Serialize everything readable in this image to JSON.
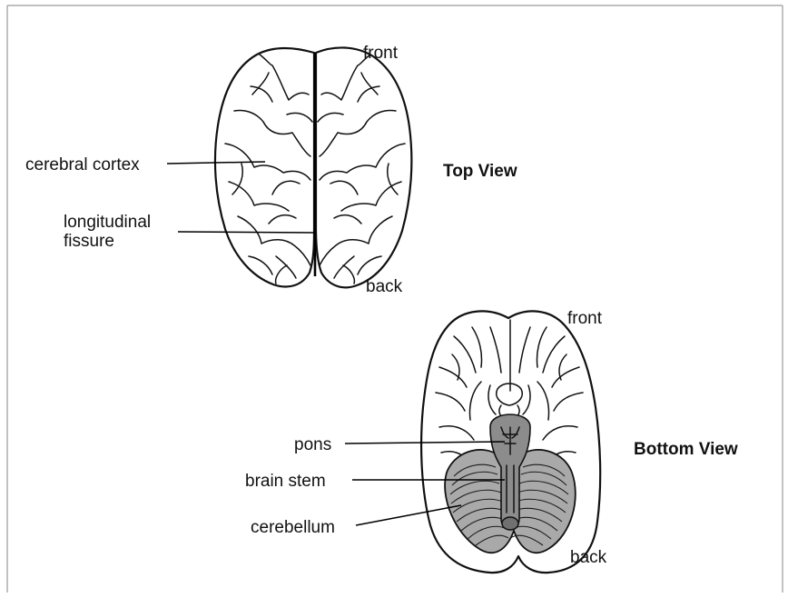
{
  "top_view": {
    "title": "Top View",
    "labels": {
      "front": "front",
      "back": "back",
      "cerebral_cortex": "cerebral cortex",
      "longitudinal_fissure": [
        "longitudinal",
        "fissure"
      ]
    }
  },
  "bottom_view": {
    "title": "Bottom View",
    "labels": {
      "front": "front",
      "back": "back",
      "pons": "pons",
      "brain_stem": "brain stem",
      "cerebellum": "cerebellum"
    }
  },
  "colors": {
    "line": "#111111",
    "brain_stem_fill": "#8c8c8c",
    "cerebellum_fill": "#a9a9a9",
    "frame": "#9a9a9a"
  }
}
